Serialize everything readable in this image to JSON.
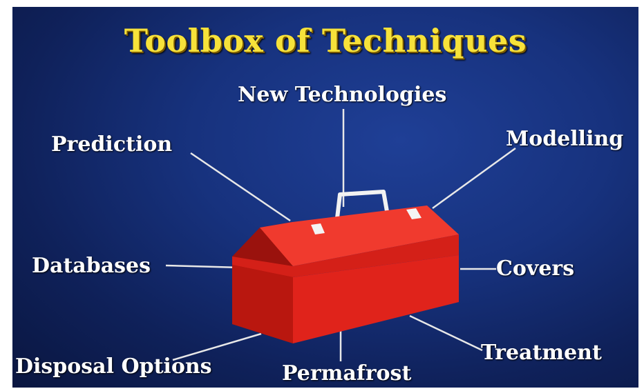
{
  "slide": {
    "title": "Toolbox of Techniques",
    "labels": {
      "new_technologies": "New Technologies",
      "prediction": "Prediction",
      "modelling": "Modelling",
      "databases": "Databases",
      "covers": "Covers",
      "treatment": "Treatment",
      "disposal_options": "Disposal Options",
      "permafrost": "Permafrost"
    }
  },
  "colors": {
    "title": "#f7e23a",
    "background": "#17327e",
    "toolbox": "#e0231b",
    "connector": "#ffffff"
  }
}
